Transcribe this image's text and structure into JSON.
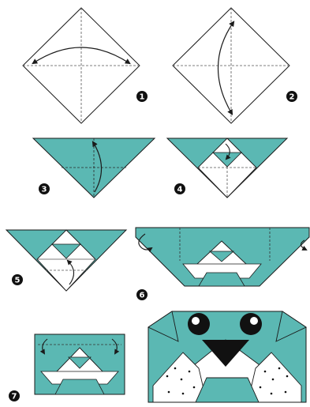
{
  "colors": {
    "paper_color": "#5bb8b3",
    "paper_back": "#ffffff",
    "outline": "#1a1a1a",
    "fold_line": "#555555",
    "badge": "#111111"
  },
  "steps": [
    {
      "number": "1"
    },
    {
      "number": "2"
    },
    {
      "number": "3"
    },
    {
      "number": "4"
    },
    {
      "number": "5"
    },
    {
      "number": "6"
    },
    {
      "number": "7"
    }
  ],
  "icons": [
    "fold-arrow-icon",
    "eye-icon",
    "nose-icon"
  ]
}
